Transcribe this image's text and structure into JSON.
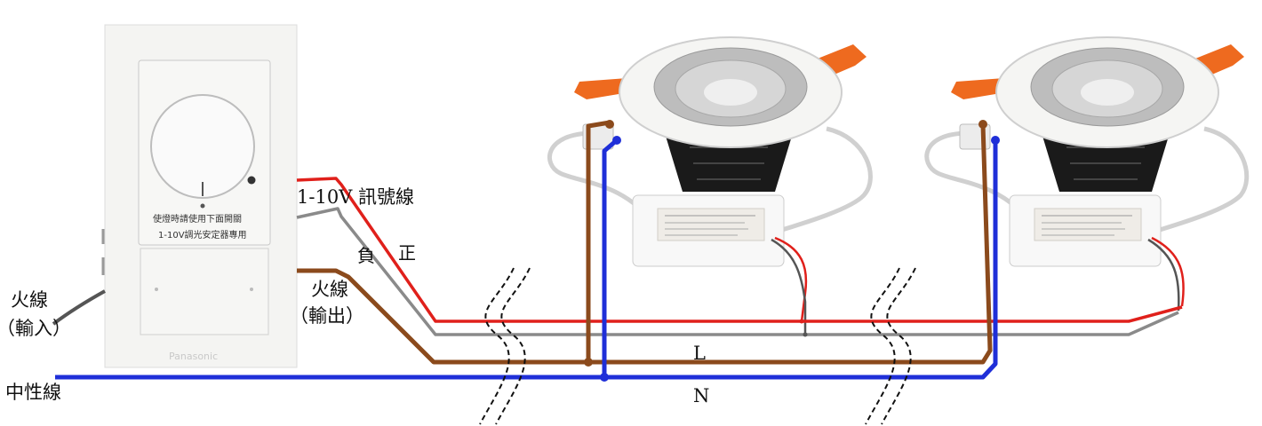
{
  "labels": {
    "signal_wire": "1-10V 訊號線",
    "negative": "負",
    "positive": "正",
    "live_out_1": "火線",
    "live_out_2": "（輸出）",
    "live_in_1": "火線",
    "live_in_2": "（輸入）",
    "neutral": "中性線",
    "line_l": "L",
    "line_n": "N"
  },
  "dimmer": {
    "panel_text_1": "使燈時請使用下面開關",
    "panel_text_2": "1-10V調光安定器專用",
    "brand": "Panasonic"
  },
  "colors": {
    "live_brown": "#8b4a1c",
    "neutral_blue": "#1f2fd8",
    "signal_positive_red": "#e0201b",
    "signal_negative_gray": "#8a8a8a",
    "clip_orange": "#ee6a1f",
    "heatsink_black": "#1a1a1a"
  }
}
